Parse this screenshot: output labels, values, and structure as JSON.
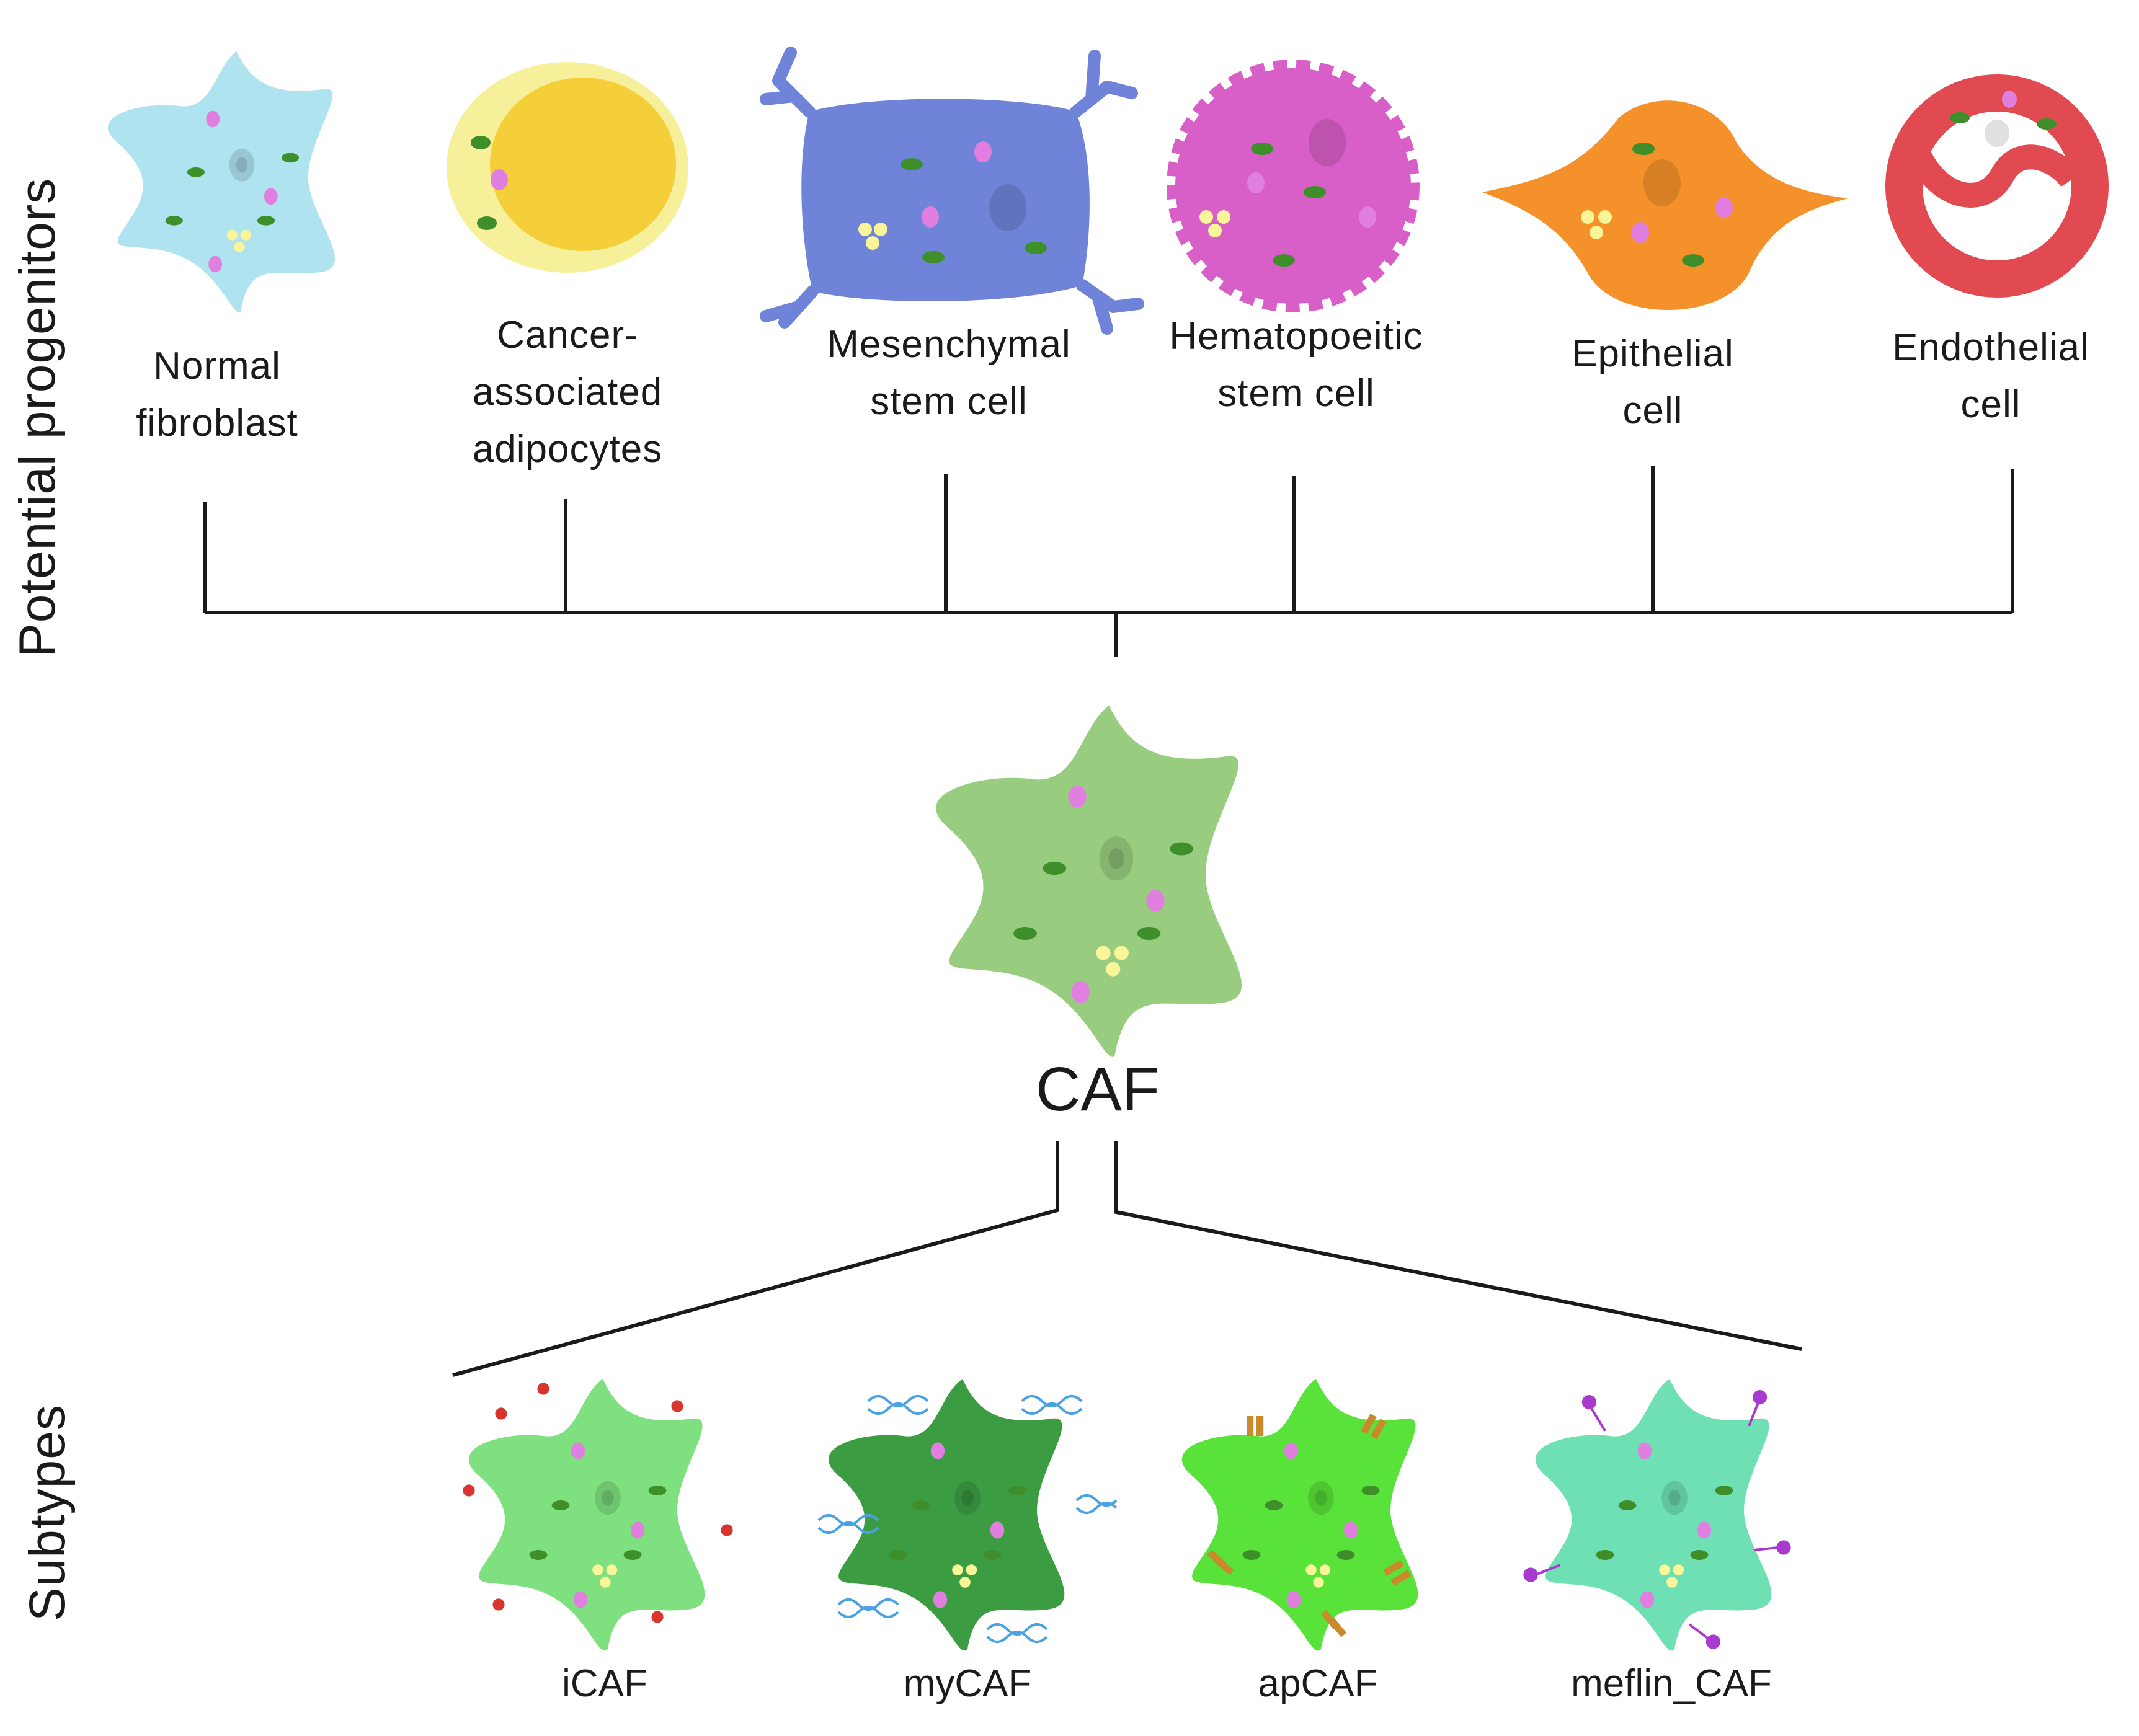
{
  "side_labels": {
    "top": "Potential progenitors",
    "bottom": "Subtypes"
  },
  "progenitors": [
    {
      "lines": [
        "Normal",
        "fibroblast"
      ],
      "icon": "normal-fibroblast-cell",
      "color": "#aee3ef"
    },
    {
      "lines": [
        "Cancer-",
        "associated",
        "adipocytes"
      ],
      "icon": "adipocyte-cell",
      "color": "#f9e27a"
    },
    {
      "lines": [
        "Mesenchymal",
        "stem cell"
      ],
      "icon": "mesenchymal-stem-cell",
      "color": "#6f83d8"
    },
    {
      "lines": [
        "Hematopoeitic",
        "stem cell"
      ],
      "icon": "hematopoietic-stem-cell",
      "color": "#d85fc8"
    },
    {
      "lines": [
        "Epithelial",
        "cell"
      ],
      "icon": "epithelial-cell",
      "color": "#f5912a"
    },
    {
      "lines": [
        "Endothelial",
        "cell"
      ],
      "icon": "endothelial-cell",
      "color": "#e24a52"
    }
  ],
  "center": {
    "label": "CAF",
    "icon": "caf-cell",
    "color": "#98cd7f"
  },
  "subtypes": [
    {
      "label": "iCAF",
      "icon": "icaf-cell",
      "color": "#7fe07f",
      "marker": "cytokine-dots"
    },
    {
      "label": "myCAF",
      "icon": "mycaf-cell",
      "color": "#3c9c42",
      "marker": "dna-strands"
    },
    {
      "label": "apCAF",
      "icon": "apcaf-cell",
      "color": "#58e23a",
      "marker": "mhc-receptors"
    },
    {
      "label": "meflin_CAF",
      "icon": "meflin-caf-cell",
      "color": "#6ee0b4",
      "marker": "meflin-stalks"
    }
  ]
}
